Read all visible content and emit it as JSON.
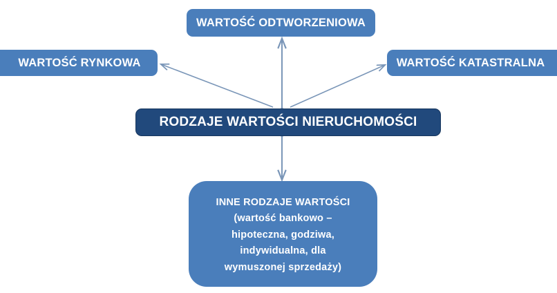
{
  "diagram": {
    "title": "Rodzaje wartości nieruchomości",
    "type": "hub-and-spoke",
    "background_color": "#FFFFFF",
    "colors": {
      "center_box": "#21497C",
      "center_box_border": "#17365D",
      "branch_box": "#4A7EBB",
      "text": "#FFFFFF",
      "connector": "#7A96B8"
    }
  },
  "nodes": {
    "center": {
      "label": "RODZAJE WARTOŚCI NIERUCHOMOŚCI",
      "role": "hub"
    },
    "top": {
      "label": "WARTOŚĆ ODTWORZENIOWA",
      "role": "branch"
    },
    "left": {
      "label": "WARTOŚĆ RYNKOWA",
      "role": "branch"
    },
    "right": {
      "label": "WARTOŚĆ KATASTRALNA",
      "role": "branch"
    },
    "bottom": {
      "role": "branch",
      "lines": [
        "INNE RODZAJE WARTOŚCI",
        "(wartość bankowo –",
        "hipoteczna, godziwa,",
        "indywidualna, dla",
        "wymuszonej sprzedaży)"
      ]
    }
  },
  "connectors": [
    {
      "name": "center-to-top",
      "from": "center",
      "to": "top",
      "style": "double-arrow"
    },
    {
      "name": "center-to-left",
      "from": "center",
      "to": "left",
      "style": "single-arrow"
    },
    {
      "name": "center-to-right",
      "from": "center",
      "to": "right",
      "style": "single-arrow"
    },
    {
      "name": "center-to-bottom",
      "from": "center",
      "to": "bottom",
      "style": "double-arrow"
    }
  ]
}
